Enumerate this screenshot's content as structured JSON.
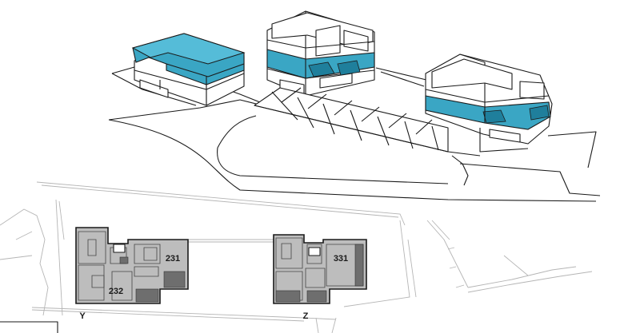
{
  "colors": {
    "highlight": "#3aa6c4",
    "highlight_dark": "#1f7f9c",
    "unit_fill": "#bdbdbd",
    "unit_outline": "#1a1a1a"
  },
  "plan": {
    "units": [
      {
        "id": "231",
        "label": "231"
      },
      {
        "id": "232",
        "label": "232"
      },
      {
        "id": "331",
        "label": "331"
      }
    ],
    "buildings": [
      {
        "id": "Y",
        "label": "Y"
      },
      {
        "id": "Z",
        "label": "Z"
      }
    ]
  }
}
